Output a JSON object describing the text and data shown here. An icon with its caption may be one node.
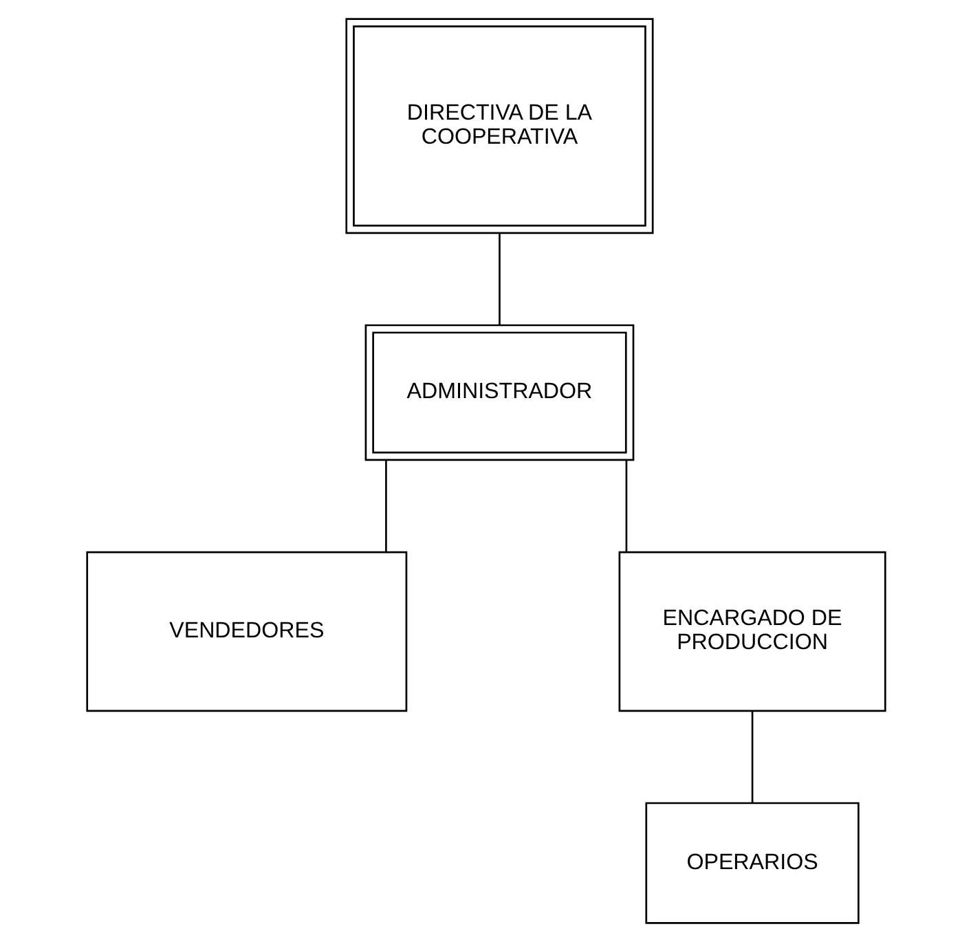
{
  "diagram": {
    "nodes": [
      {
        "text": [
          "DIRECTIVA DE LA COOPERATIVA"
        ]
      },
      {
        "text": [
          "ADMINISTRADOR"
        ]
      },
      {
        "text": [
          "VENDEDORES"
        ]
      },
      {
        "text": [
          "ENCARGADO DE PRODUCCION"
        ]
      },
      {
        "text": [
          "OPERARIOS"
        ]
      }
    ],
    "edges": [
      {
        "from": 0,
        "to": 1,
        "arrow": "none"
      },
      {
        "from": 1,
        "to": 2,
        "arrow": "none"
      },
      {
        "from": 1,
        "to": 3,
        "arrow": "none"
      },
      {
        "from": 3,
        "to": 4,
        "arrow": "none"
      }
    ]
  }
}
